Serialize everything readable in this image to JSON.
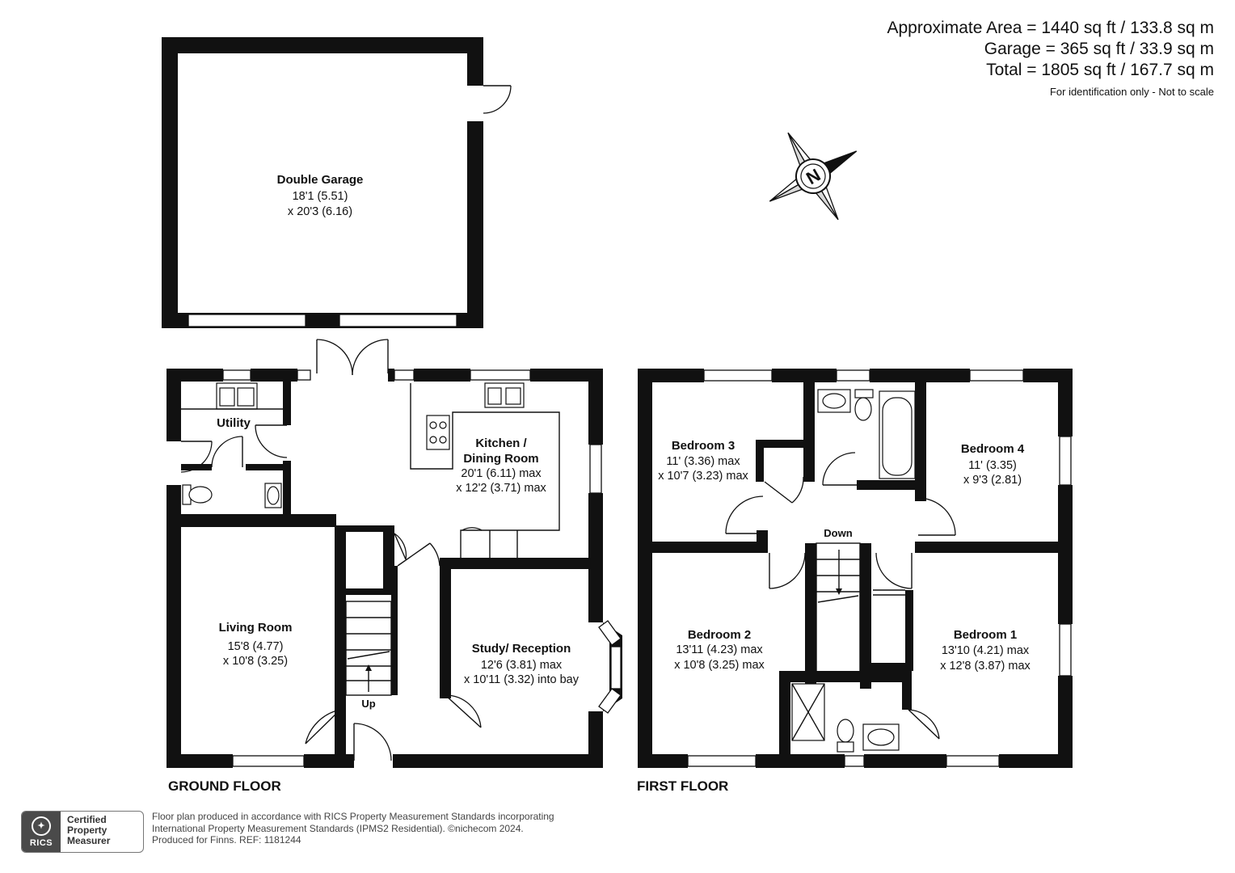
{
  "area_summary": {
    "approximate_area": "Approximate Area = 1440 sq ft / 133.8 sq m",
    "garage": "Garage = 365 sq ft / 33.9 sq m",
    "total": "Total = 1805 sq ft / 167.7 sq m",
    "note": "For identification only - Not to scale"
  },
  "compass": {
    "letter": "N",
    "icon": "north-compass-icon"
  },
  "garage": {
    "name": "Double Garage",
    "dim1": "18'1 (5.51)",
    "dim2": "x  20'3 (6.16)"
  },
  "ground_floor": {
    "label": "GROUND FLOOR",
    "stairs_label": "Up",
    "utility": {
      "name": "Utility"
    },
    "kitchen": {
      "name1": "Kitchen /",
      "name2": "Dining Room",
      "dim1": "20'1 (6.11) max",
      "dim2": "x 12'2 (3.71) max"
    },
    "living": {
      "name": "Living Room",
      "dim1": "15'8 (4.77)",
      "dim2": "x 10'8 (3.25)"
    },
    "study": {
      "name": "Study/ Reception",
      "dim1": "12'6 (3.81) max",
      "dim2": "x 10'11 (3.32) into bay"
    }
  },
  "first_floor": {
    "label": "FIRST FLOOR",
    "stairs_label": "Down",
    "bedroom3": {
      "name": "Bedroom 3",
      "dim1": "11' (3.36) max",
      "dim2": "x 10'7 (3.23) max"
    },
    "bedroom4": {
      "name": "Bedroom 4",
      "dim1": "11' (3.35)",
      "dim2": "x 9'3 (2.81)"
    },
    "bedroom2": {
      "name": "Bedroom 2",
      "dim1": "13'11 (4.23) max",
      "dim2": "x 10'8 (3.25) max"
    },
    "bedroom1": {
      "name": "Bedroom 1",
      "dim1": "13'10 (4.21) max",
      "dim2": "x 12'8 (3.87) max"
    }
  },
  "badge": {
    "mark": "RICS",
    "line1": "Certified",
    "line2": "Property",
    "line3": "Measurer"
  },
  "footer": {
    "line1": "Floor plan produced in accordance with RICS Property Measurement Standards incorporating",
    "line2": "International Property Measurement Standards (IPMS2 Residential).  ©nichecom 2024.",
    "line3": "Produced for Finns.   REF:  1181244"
  }
}
